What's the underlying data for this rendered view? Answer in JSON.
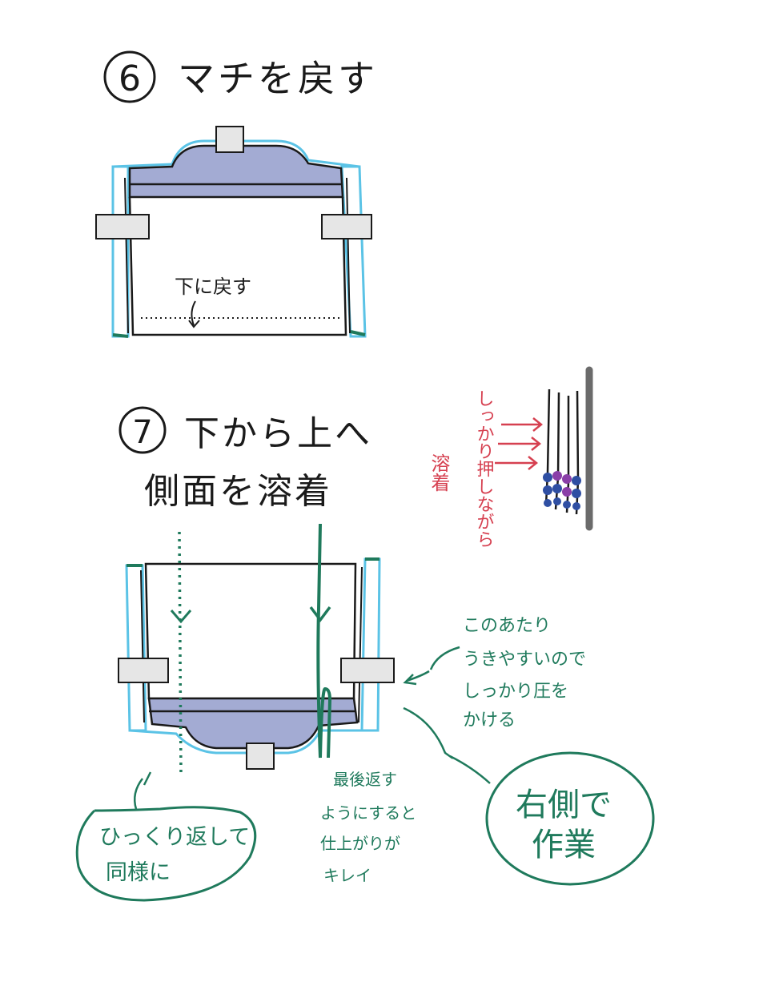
{
  "step6": {
    "number": "6",
    "title": "マチを戻す",
    "note": "下に戻す"
  },
  "step7": {
    "number": "7",
    "title_line1": "下から上へ",
    "title_line2": "側面を溶着"
  },
  "pressure_detail": {
    "label_weld": "溶着",
    "label_press": "しっかり押しながら"
  },
  "notes": {
    "press_area": [
      "このあたり",
      "うきやすいので",
      "しっかり圧を",
      "かける"
    ],
    "right_side": [
      "右側で",
      "作業"
    ],
    "finish": [
      "最後返す",
      "ようにすると",
      "仕上がりが",
      "キレイ"
    ],
    "flip": [
      "ひっくり返して",
      "同様に"
    ]
  },
  "colors": {
    "ink": "#1a1a1a",
    "gusset_fill": "#a3abd3",
    "outline_blue": "#5bc3e6",
    "green": "#1f7a5c",
    "red": "#d64050",
    "clamp_fill": "#e6e6e6",
    "wall": "#6b6b6b",
    "dot_blue": "#2f4fa3",
    "dot_purple": "#8a3fa8"
  }
}
